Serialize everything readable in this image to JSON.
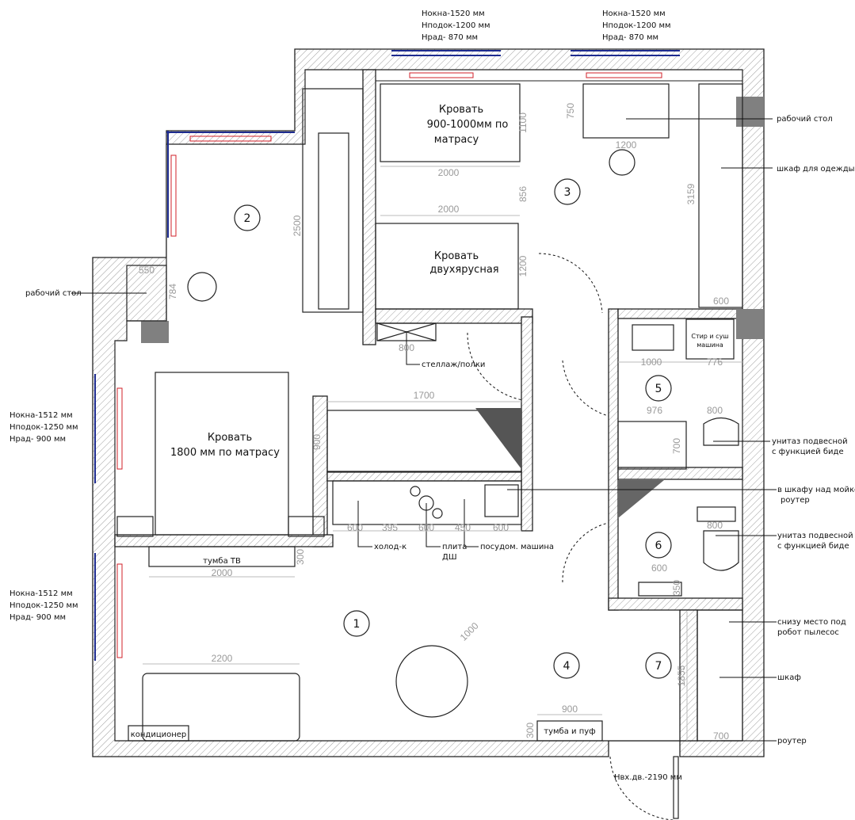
{
  "windows": {
    "top_left": {
      "h_window": "Hокна-1520 мм",
      "h_sill": "Hподок-1200 мм",
      "h_rad": "Hрад- 870 мм"
    },
    "top_right": {
      "h_window": "Hокна-1520 мм",
      "h_sill": "Hподок-1200 мм",
      "h_rad": "Hрад- 870 мм"
    },
    "left_upper": {
      "h_window": "Hокна-1512 мм",
      "h_sill": "Hподок-1250 мм",
      "h_rad": "Hрад- 900 мм"
    },
    "left_lower": {
      "h_window": "Hокна-1512 мм",
      "h_sill": "Hподок-1250 мм",
      "h_rad": "Hрад- 900 мм"
    }
  },
  "rooms": [
    "1",
    "2",
    "3",
    "4",
    "5",
    "6",
    "7"
  ],
  "furniture": {
    "bed_single": [
      "Кровать",
      "900-1000мм по",
      "матрасу"
    ],
    "bed_bunk": [
      "Кровать",
      "двухярусная"
    ],
    "bed_double": [
      "Кровать",
      "1800 мм по матрасу"
    ],
    "tv_stand": "тумба ТВ",
    "pouf_stand": "тумба и пуф",
    "air_conditioner": "кондиционер",
    "washer": [
      "Стир и суш",
      "машина"
    ]
  },
  "annotations": {
    "desk_right": "рабочий стол",
    "wardrobe": "шкаф для одежды",
    "desk_left": "рабочий стол",
    "shelving": "стеллаж/полки",
    "fridge": "холод-к",
    "stove": [
      "плита",
      "ДШ"
    ],
    "dishwasher": "посудом. машина",
    "toilet_5": [
      "унитаз подвесной",
      "с функцией биде"
    ],
    "router_sink": [
      "в шкафу над мойкой",
      "роутер"
    ],
    "toilet_6": [
      "унитаз подвесной",
      "с функцией биде"
    ],
    "robot_vacuum": [
      "снизу  место под",
      "робот пылесос"
    ],
    "closet": "шкаф",
    "router": "роутер",
    "entrance_door": "Hвх.дв.-2190 мм"
  },
  "dimensions": {
    "bed_single_w": "2000",
    "bed_single_h": "1100",
    "gap": "856",
    "bunk_w": "2000",
    "bunk_h": "1200",
    "desk_right_d": "750",
    "desk_right_w": "1200",
    "wardrobe_h": "3159",
    "wardrobe_w": "600",
    "room2_h": "2500",
    "desk_left_w": "550",
    "desk_left_h": "784",
    "shelving_w": "800",
    "sofa_kitchen_w": "1700",
    "sofa_kitchen_h": "900",
    "k1": "600",
    "k2": "395",
    "k3": "600",
    "k4": "450",
    "k5": "600",
    "tv_w": "2000",
    "tv_d": "300",
    "sofa_w": "2200",
    "table_d": "1000",
    "pouf_w": "900",
    "pouf_d": "300",
    "bath5_w1": "1000",
    "bath5_w2": "776",
    "shower_w": "976",
    "shower_h": "700",
    "toilet5_w": "800",
    "toilet6_w": "800",
    "sink6_w": "600",
    "sink6_d": "350",
    "closet7_h": "1855",
    "closet7_w": "700"
  },
  "colors": {
    "window": "#1d2b8f",
    "radiator": "#d0202a",
    "wall_outline": "#222222",
    "dimension": "#9a9a9a",
    "column": "#808080"
  }
}
